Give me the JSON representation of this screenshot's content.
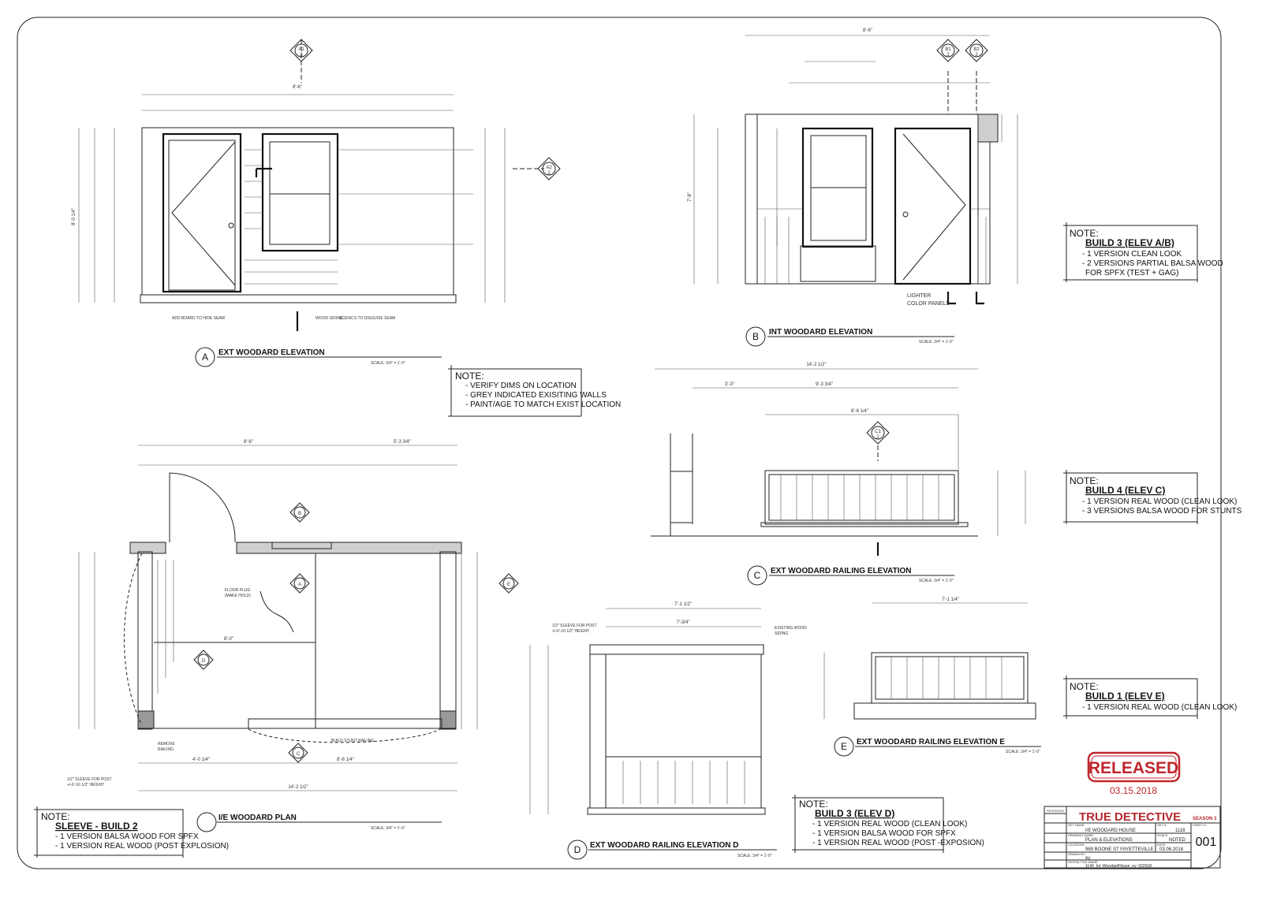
{
  "views": {
    "a": {
      "letter": "A",
      "title": "EXT WOODARD ELEVATION",
      "scale": "SCALE: 3/4\" = 1'-0\""
    },
    "b": {
      "letter": "B",
      "title": "INT WOODARD ELEVATION",
      "scale": "SCALE: 3/4\" = 1'-0\""
    },
    "c": {
      "letter": "C",
      "title": "EXT WOODARD RAILING ELEVATION",
      "scale": "SCALE: 3/4\" = 1'-0\""
    },
    "d": {
      "letter": "D",
      "title": "EXT WOODARD RAILING ELEVATION D",
      "scale": "SCALE: 3/4\" = 1'-0\""
    },
    "e": {
      "letter": "E",
      "title": "EXT WOODARD RAILING ELEVATION E",
      "scale": "SCALE: 3/4\" = 1'-0\""
    },
    "plan": {
      "letter": "",
      "title": "I/E WOODARD PLAN",
      "scale": "SCALE: 3/4\" = 1'-0\""
    }
  },
  "section_markers": {
    "a1": "A1",
    "a2": "A2",
    "b1": "B1",
    "b2": "B2",
    "c1": "C1",
    "sheet": "2"
  },
  "dimensions": {
    "a_width": "8'-6\"",
    "b_width": "8'-6\"",
    "c_width": "14'-2 1/2\"",
    "c_inner": "9'-3 3/4\"",
    "c_rail": "8'-8 1/4\"",
    "c_left": "3'-3\"",
    "plan_width": "8'-6\"",
    "plan_right": "5'-3 3/4\"",
    "plan_total": "14'-2 1/2\"",
    "plan_bottom_left": "4'-0 1/4\"",
    "plan_bottom_right": "8'-8 1/4\"",
    "plan_inner": "8'-0\"",
    "d_width": "7'-1 1/2\"",
    "d_inner": "7'-3/4\"",
    "e_width": "7'-1 1/4\"",
    "a_height": "8'-0 1/4\"",
    "b_height": "7'-8\""
  },
  "annotations": {
    "add_board": "ADD BOARD TO HIDE SEAM",
    "wood_siding": "WOOD SIDING",
    "scenics": "SCENICS TO DISGUISE SEAM",
    "lighter_1": "LIGHTER",
    "lighter_2": "COLOR PANELS",
    "floor_plug_1": "FLOOR PLUG",
    "floor_plug_2": "(MAKE HOLD)",
    "remove_railing_1": "REMOVE",
    "remove_railing_2": "RAILING",
    "stunt_railing": "BUILD STUNT RAILING",
    "sleeve_1": "1/2\" SLEEVE FOR POST",
    "sleeve_2": "+/-6'-10 1/2\" HEIGHT",
    "existing_1": "EXISTING WOOD",
    "existing_2": "SIDING"
  },
  "notes": {
    "general": {
      "heading": "NOTE:",
      "items": [
        "- VERIFY DIMS ON LOCATION",
        "- GREY INDICATED EXISITING WALLS",
        "- PAINT/AGE TO MATCH EXIST LOCATION"
      ]
    },
    "build3ab": {
      "heading": "NOTE:",
      "title": "BUILD 3 (ELEV A/B)",
      "items": [
        "- 1 VERSION CLEAN LOOK",
        "- 2 VERSIONS PARTIAL BALSA WOOD",
        "FOR SPFX (TEST + GAG)"
      ]
    },
    "build4c": {
      "heading": "NOTE:",
      "title": "BUILD 4 (ELEV C)",
      "items": [
        "- 1 VERSION REAL WOOD (CLEAN LOOK)",
        "- 3 VERSIONS BALSA WOOD FOR STUNTS"
      ]
    },
    "build1e": {
      "heading": "NOTE:",
      "title": "BUILD 1 (ELEV E)",
      "items": [
        "- 1 VERSION REAL WOOD (CLEAN LOOK)"
      ]
    },
    "sleeve2": {
      "heading": "NOTE:",
      "title": "SLEEVE - BUILD 2",
      "items": [
        "- 1 VERSION BALSA WOOD FOR SPFX",
        "- 1 VERSION REAL WOOD (POST EXPLOSION)"
      ]
    },
    "build3d": {
      "heading": "NOTE:",
      "title": "BUILD 3 (ELEV D)",
      "items": [
        "- 1 VERSION REAL WOOD (CLEAN LOOK)",
        "- 1 VERSION BALSA WOOD FOR SPFX",
        "- 1 VERSION REAL WOOD (POST -EXPOSION)"
      ]
    }
  },
  "stamp": {
    "label": "RELEASED",
    "date": "03.15.2018",
    "color": "#c0272d"
  },
  "title_block": {
    "revisions_label": "REVISIONS",
    "show": "TRUE DETECTIVE",
    "season": "SEASON 3",
    "set_name_label": "SET NAME:",
    "set_name": "I/E WOODARD HOUSE",
    "set_no_label": "SET #:",
    "set_no": "1118",
    "drawing_name_label": "DRAWING NAME:",
    "drawing_name": "PLAN & ELEVATIONS",
    "scale_label": "SCALE:",
    "scale": "NOTED",
    "location_label": "LOCATION:",
    "location": "969 BOONE ST FAYETTEVILLE",
    "date_label": "DATE:",
    "date": "03.06.2018",
    "drawn_by_label": "DRAWN BY:",
    "drawn_by": "ey",
    "file_label": "DIGITAL FILE NAME:",
    "file": "1140_Int_WoodardHouse_ey_022018",
    "sheet_label": "SHEET #:",
    "sheet": "001"
  }
}
